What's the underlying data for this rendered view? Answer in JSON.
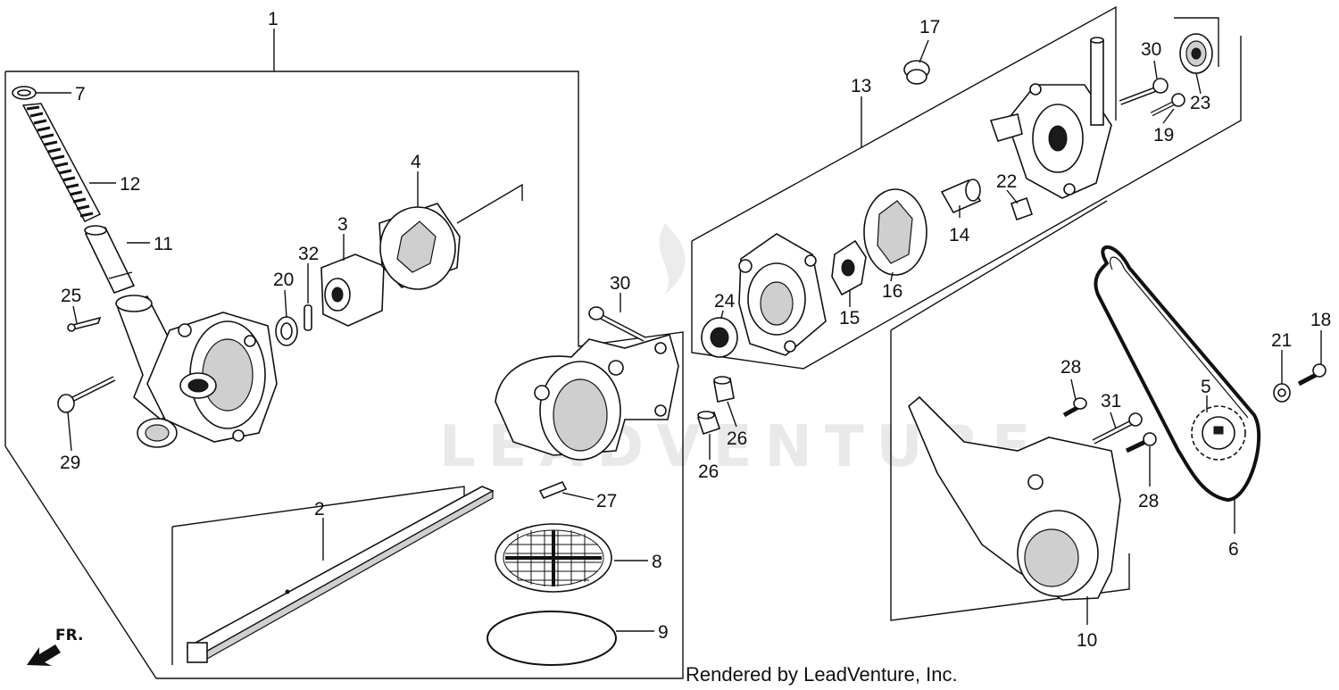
{
  "diagram": {
    "callouts": [
      "1",
      "2",
      "3",
      "4",
      "5",
      "6",
      "7",
      "8",
      "9",
      "10",
      "11",
      "12",
      "13",
      "14",
      "15",
      "16",
      "17",
      "18",
      "19",
      "20",
      "21",
      "22",
      "23",
      "24",
      "25",
      "26",
      "26",
      "27",
      "28",
      "28",
      "29",
      "30",
      "30",
      "31",
      "32"
    ],
    "direction_label": "FR.",
    "watermark": "LEADVENTURE",
    "credit": "Rendered by LeadVenture, Inc."
  }
}
